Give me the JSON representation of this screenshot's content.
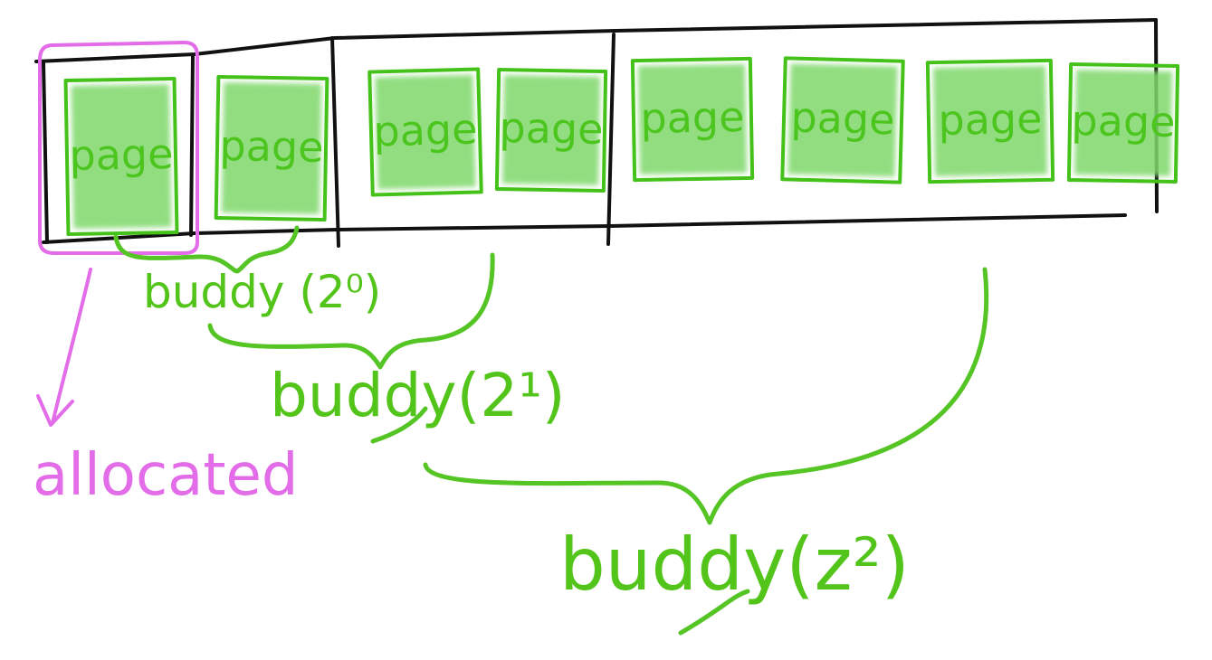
{
  "pages": [
    {
      "label": "page"
    },
    {
      "label": "page"
    },
    {
      "label": "page"
    },
    {
      "label": "page"
    },
    {
      "label": "page"
    },
    {
      "label": "page"
    },
    {
      "label": "page"
    },
    {
      "label": "page"
    }
  ],
  "labels": {
    "buddy0": "buddy (2⁰)",
    "buddy1": "buddy(2¹)",
    "buddy2": "buddy(z²)",
    "allocated": "allocated"
  },
  "colors": {
    "outline": "#111111",
    "page_fill": "#7fd86a",
    "page_stroke": "#44c21a",
    "buddy": "#55c525",
    "allocated": "#e36ce8"
  }
}
